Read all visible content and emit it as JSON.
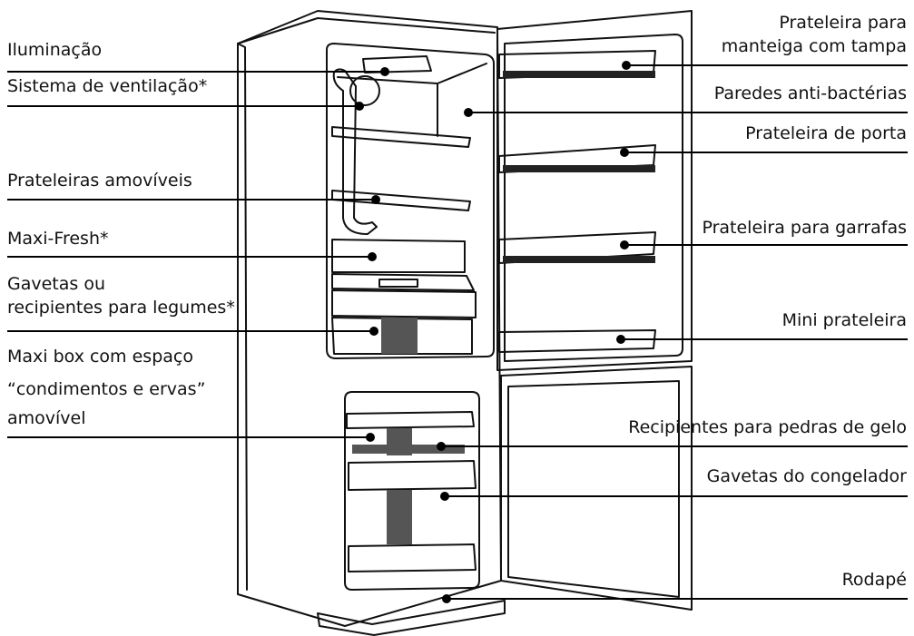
{
  "colors": {
    "ink": "#111111",
    "leader": "#000000",
    "drawer_accent": "#555555",
    "background": "#ffffff"
  },
  "labels_left": [
    {
      "id": "iluminacao",
      "lines": [
        "Iluminação"
      ]
    },
    {
      "id": "ventilacao",
      "lines": [
        "Sistema de ventilação*"
      ]
    },
    {
      "id": "prateleiras",
      "lines": [
        "Prateleiras amovíveis"
      ]
    },
    {
      "id": "maxifresh",
      "lines": [
        "Maxi-Fresh*"
      ]
    },
    {
      "id": "gavetas",
      "lines": [
        "Gavetas ou",
        "recipientes para legumes*"
      ]
    },
    {
      "id": "maxibox",
      "lines": [
        "Maxi box com espaço",
        "“condimentos e ervas”",
        "amovível"
      ]
    }
  ],
  "labels_right": [
    {
      "id": "manteiga",
      "lines": [
        "Prateleira para",
        "manteiga com tampa"
      ]
    },
    {
      "id": "paredes",
      "lines": [
        "Paredes anti-bactérias"
      ]
    },
    {
      "id": "porta",
      "lines": [
        "Prateleira de porta"
      ]
    },
    {
      "id": "garrafas",
      "lines": [
        "Prateleira para garrafas"
      ]
    },
    {
      "id": "mini",
      "lines": [
        "Mini prateleira"
      ]
    },
    {
      "id": "gelo",
      "lines": [
        "Recipientes para pedras de gelo"
      ]
    },
    {
      "id": "congelador",
      "lines": [
        "Gavetas do congelador"
      ]
    },
    {
      "id": "rodape",
      "lines": [
        "Rodapé"
      ]
    }
  ]
}
